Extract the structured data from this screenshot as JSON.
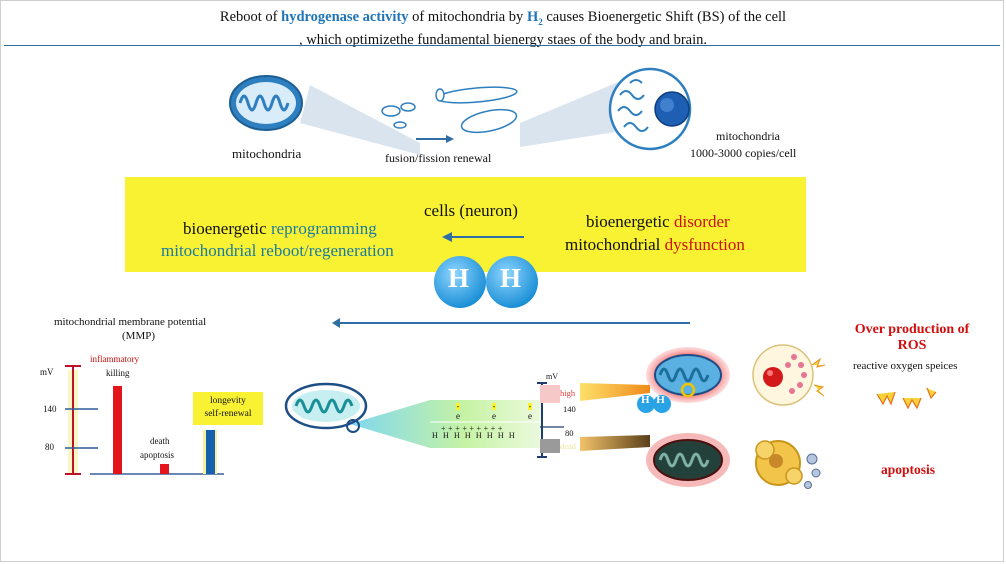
{
  "title": {
    "part1": "Reboot of ",
    "highlight": "hydrogenase activity",
    "part2": " of mitochondria by ",
    "h2": "H",
    "h2_sub": "2",
    "part3": " causes Bioenergetic Shift (BS) of the cell",
    "line2": ", which optimizethe fundamental bienergy staes of the body and brain."
  },
  "top_row": {
    "mito_label": "mitochondria",
    "fusion_label": "fusion/fission renewal",
    "cell_label_1": "mitochondria",
    "cell_label_2": "1000-3000 copies/cell"
  },
  "band": {
    "center": "cells (neuron)",
    "left_1_prefix": "bioenergetic ",
    "left_1_colored": "reprogramming",
    "left_2": "mitochondrial reboot/regeneration",
    "right_1_prefix": "bioenergetic ",
    "right_1_colored": "disorder",
    "right_2_prefix": "mitochondrial ",
    "right_2_colored": "dysfunction",
    "h_left": "H",
    "h_right": "H"
  },
  "mmp": {
    "title_1": "mitochondrial membrane potential",
    "title_2": "(MMP)",
    "unit": "mV",
    "ticks": [
      "140",
      "80"
    ],
    "inflammatory": "inflammatory",
    "killing": "killing",
    "death": "death",
    "apoptosis": "apoptosis",
    "longevity": "longevity",
    "self_renewal": "self-renewal"
  },
  "membrane": {
    "electron": "e",
    "electron_sign": "-",
    "plus_row": "+ + + + + + + + +",
    "h_row": "H H H H H H H H",
    "gauge_unit": "mV",
    "high": "high",
    "v140": "140",
    "v80": "80",
    "dead": "dead",
    "hh": "H H"
  },
  "right": {
    "ros_1": "Over production of",
    "ros_2": "ROS",
    "ros_sub": "reactive oxygen speices",
    "apoptosis": "apoptosis"
  },
  "colors": {
    "title_blue": "#1f73b7",
    "band_yellow": "#f9f232",
    "red": "#cc1010",
    "teal": "#1b7aa3",
    "bar_red": "#e3141b",
    "bar_blue": "#1660b0"
  }
}
